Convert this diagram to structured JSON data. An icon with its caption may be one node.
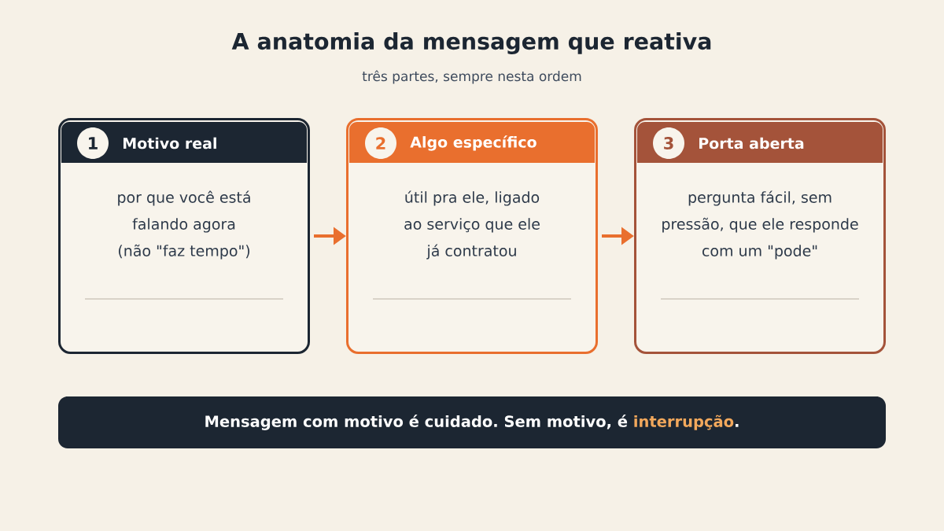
{
  "diagram": {
    "title": "A anatomia da mensagem que reativa",
    "nodes": [
      {
        "text": [
          "Motivo real",
          "por que você está falando agora (não \"faz tempo\")"
        ]
      },
      {
        "text": [
          "1"
        ],
        "in": 0
      },
      {
        "text": [
          "Algo específico",
          "útil pra ele, ligado ao serviço que ele já contratou"
        ]
      },
      {
        "text": [
          "2"
        ],
        "in": 2
      },
      {
        "text": [
          "Porta aberta",
          "pergunta fácil, sem pressão, que ele responde com um \"pode\""
        ]
      },
      {
        "text": [
          "3"
        ],
        "in": 4
      },
      {
        "text": [
          "Mensagem com motivo é cuidado. Sem motivo, é interrupção."
        ]
      }
    ],
    "edges": [
      {
        "from": 0,
        "to": 2,
        "arrow": "to"
      },
      {
        "from": 2,
        "to": 4,
        "arrow": "to"
      }
    ],
    "labels": [
      "três partes, sempre nesta ordem"
    ]
  }
}
